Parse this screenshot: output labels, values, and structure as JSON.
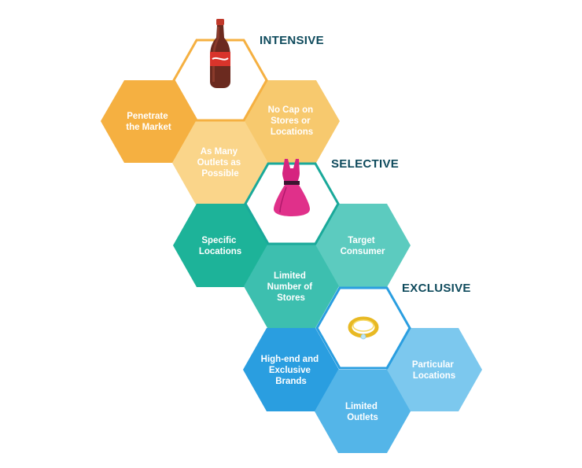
{
  "groups": [
    {
      "title": "INTENSIVE",
      "icon": "soda-bottle-icon",
      "colors": {
        "hex_a": "#f5b041",
        "hex_b": "#f7c96e",
        "hex_c": "#fad58a",
        "outline": "#f5b041"
      },
      "labels": {
        "left": [
          "Penetrate",
          "the Market"
        ],
        "right": [
          "No Cap on",
          "Stores or",
          "Locations"
        ],
        "bottom": [
          "As Many",
          "Outlets as",
          "Possible"
        ]
      }
    },
    {
      "title": "SELECTIVE",
      "icon": "dress-icon",
      "colors": {
        "hex_a": "#1db399",
        "hex_b": "#5ccbbf",
        "hex_c": "#3dbfaf",
        "outline": "#1aa99a"
      },
      "labels": {
        "left": [
          "Specific",
          "Locations"
        ],
        "right": [
          "Target",
          "Consumer"
        ],
        "bottom": [
          "Limited",
          "Number of",
          "Stores"
        ]
      }
    },
    {
      "title": "EXCLUSIVE",
      "icon": "ring-icon",
      "colors": {
        "hex_a": "#2a9ee0",
        "hex_b": "#7cc8ee",
        "hex_c": "#54b5e8",
        "outline": "#2a9ee0"
      },
      "labels": {
        "left": [
          "High-end and",
          "Exclusive",
          "Brands"
        ],
        "right": [
          "Particular",
          "Locations"
        ],
        "bottom": [
          "Limited",
          "Outlets"
        ]
      }
    }
  ]
}
